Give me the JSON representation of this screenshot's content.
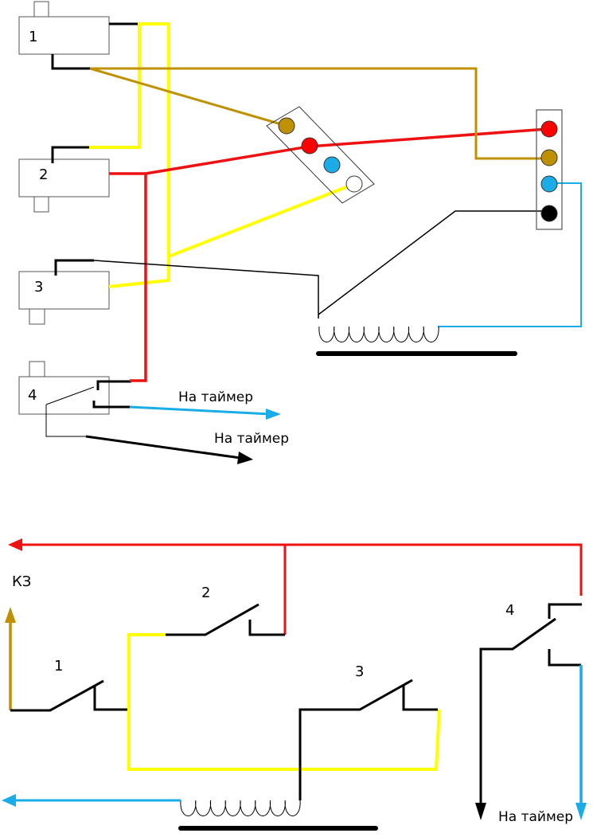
{
  "colors": {
    "black": "#000000",
    "yellow": "#FFFF00",
    "red": "#EE1111",
    "brown": "#BF9000",
    "blue": "#1AACE6",
    "box_stroke": "#555555",
    "white_terminal": "#FFFFFF"
  },
  "top_diagram": {
    "switches": [
      {
        "id": "1",
        "label": "1"
      },
      {
        "id": "2",
        "label": "2"
      },
      {
        "id": "3",
        "label": "3"
      },
      {
        "id": "4",
        "label": "4"
      }
    ],
    "connector_diagonal": {
      "terminals": [
        "brown",
        "red",
        "blue",
        "white"
      ]
    },
    "connector_vertical": {
      "terminals": [
        "red",
        "brown",
        "blue",
        "black"
      ]
    },
    "coil": {
      "turns": 8
    },
    "arrows": [
      {
        "id": "timer-blue",
        "label": "На таймер",
        "color": "blue"
      },
      {
        "id": "timer-black",
        "label": "На таймер",
        "color": "black"
      }
    ]
  },
  "bottom_diagram": {
    "switch_labels": [
      "1",
      "2",
      "3",
      "4"
    ],
    "kz_label": "КЗ",
    "timer_label": "На таймер",
    "coil": {
      "turns": 8
    }
  }
}
